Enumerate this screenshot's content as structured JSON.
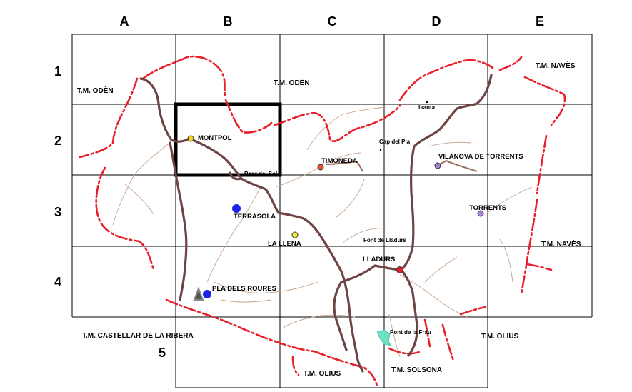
{
  "grid": {
    "columns": [
      "A",
      "B",
      "C",
      "D",
      "E"
    ],
    "rows": [
      "1",
      "2",
      "3",
      "4",
      "5"
    ]
  },
  "municipalities": {
    "oden_west": "T.M. ODÈN",
    "oden_north": "T.M. ODÈN",
    "naves_ne": "T.M. NAVÈS",
    "naves_e": "T.M. NAVÈS",
    "castellar": "T.M. CASTELLAR DE LA RIBERA",
    "olius_s": "T.M. OLIUS",
    "solsona": "T.M. SOLSONA",
    "olius_se": "T.M. OLIUS"
  },
  "places": {
    "montpol": "MONTPOL",
    "timoneda": "TIMONEDA",
    "terrasola": "TERRASOLA",
    "la_llena": "LA LLENA",
    "lladurs": "LLADURS",
    "pla_dels_roures": "PLA DELS ROURES",
    "vilanova": "VILANOVA DE TORRENTS",
    "torrents": "TORRENTS",
    "isanta": "Isanta",
    "cap_del_pla": "Cap del Pla",
    "font_lladurs": "Font de Lladurs",
    "pont_del_sol": "Pont del Sol",
    "pont_frau": "Pont de la Frau"
  },
  "colors": {
    "boundary": "#e8202a",
    "road": "#6e4444",
    "path": "#c9a48c",
    "marker_yellow": "#f2d21e",
    "marker_orange": "#e8542a",
    "marker_blue": "#1c24e6",
    "marker_purple": "#a67fd8",
    "marker_red": "#e0202a",
    "water": "#6fe0c4"
  }
}
